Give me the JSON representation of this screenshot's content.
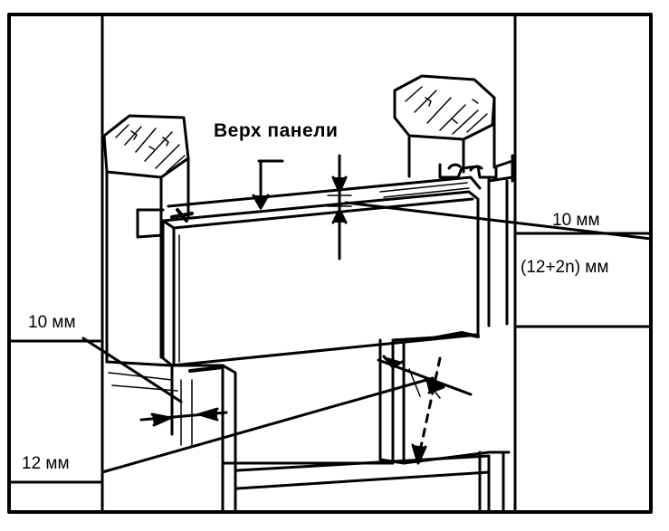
{
  "labels": {
    "top_of_panel": "Верх панели",
    "gap_right": "10 мм",
    "gap_formula": "(12+2n) мм",
    "gap_left": "10 мм",
    "joint_bottom": "12 мм"
  },
  "colors": {
    "ink": "#000000",
    "paper": "#ffffff"
  }
}
